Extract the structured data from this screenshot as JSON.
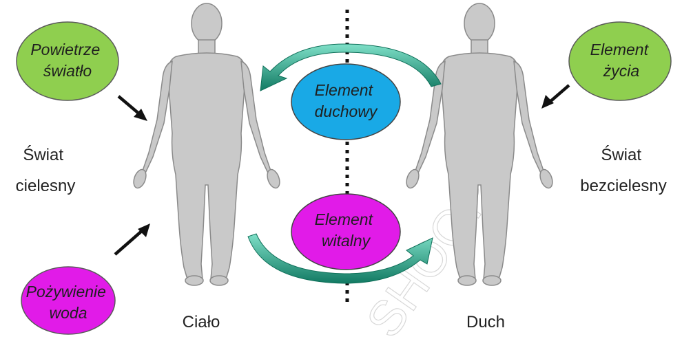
{
  "colors": {
    "green_ellipse": "#8fcf4f",
    "blue_ellipse": "#19a9e6",
    "magenta_ellipse": "#e11be8",
    "teal_arrow": "#1aa384",
    "body_fill": "#c9c9c9",
    "black": "#111111"
  },
  "labels": {
    "air_light": [
      "Powietrze",
      "światło"
    ],
    "food_water": [
      "Pożywienie",
      "woda"
    ],
    "life_element": [
      "Element",
      "życia"
    ],
    "spiritual_element": [
      "Element",
      "duchowy"
    ],
    "vital_element": [
      "Element",
      "witalny"
    ],
    "material_world": [
      "Świat",
      "cielesny"
    ],
    "immaterial_world": [
      "Świat",
      "bezcielesny"
    ],
    "body": "Ciało",
    "spirit": "Duch"
  },
  "watermark": "SHOOP"
}
